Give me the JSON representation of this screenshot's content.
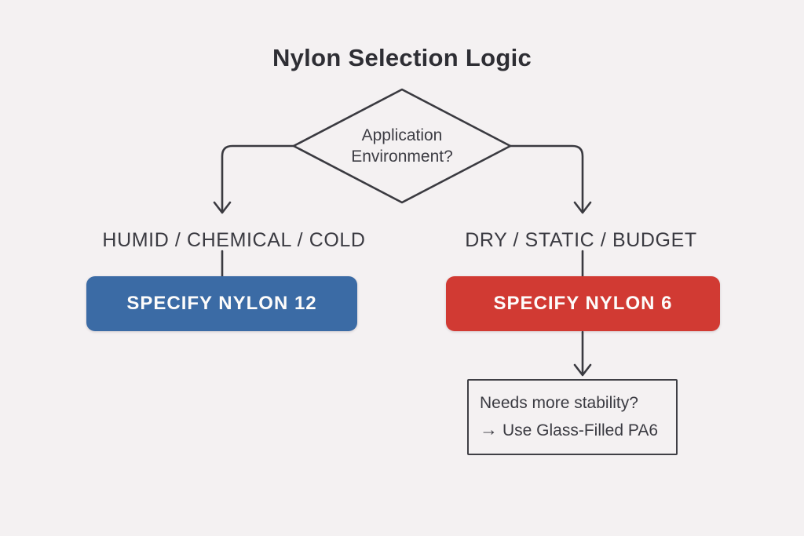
{
  "title": "Nylon Selection Logic",
  "decision": {
    "question_line1": "Application",
    "question_line2": "Environment?"
  },
  "branches": {
    "left": {
      "condition": "HUMID / CHEMICAL / COLD",
      "action": "SPECIFY NYLON 12",
      "color": "#3b6ba5"
    },
    "right": {
      "condition": "DRY / STATIC / BUDGET",
      "action": "SPECIFY NYLON 6",
      "color": "#d13a33"
    }
  },
  "note": {
    "line1": "Needs more stability?",
    "arrow_icon": "→",
    "line2": "Use Glass-Filled PA6"
  },
  "colors": {
    "background": "#f4f1f2",
    "line_stroke": "#3a3a40",
    "title_text": "#2e2e34",
    "label_text": "#3a3a41",
    "nylon12_blue": "#3b6ba5",
    "nylon6_red": "#d13a33",
    "action_text": "#ffffff"
  }
}
